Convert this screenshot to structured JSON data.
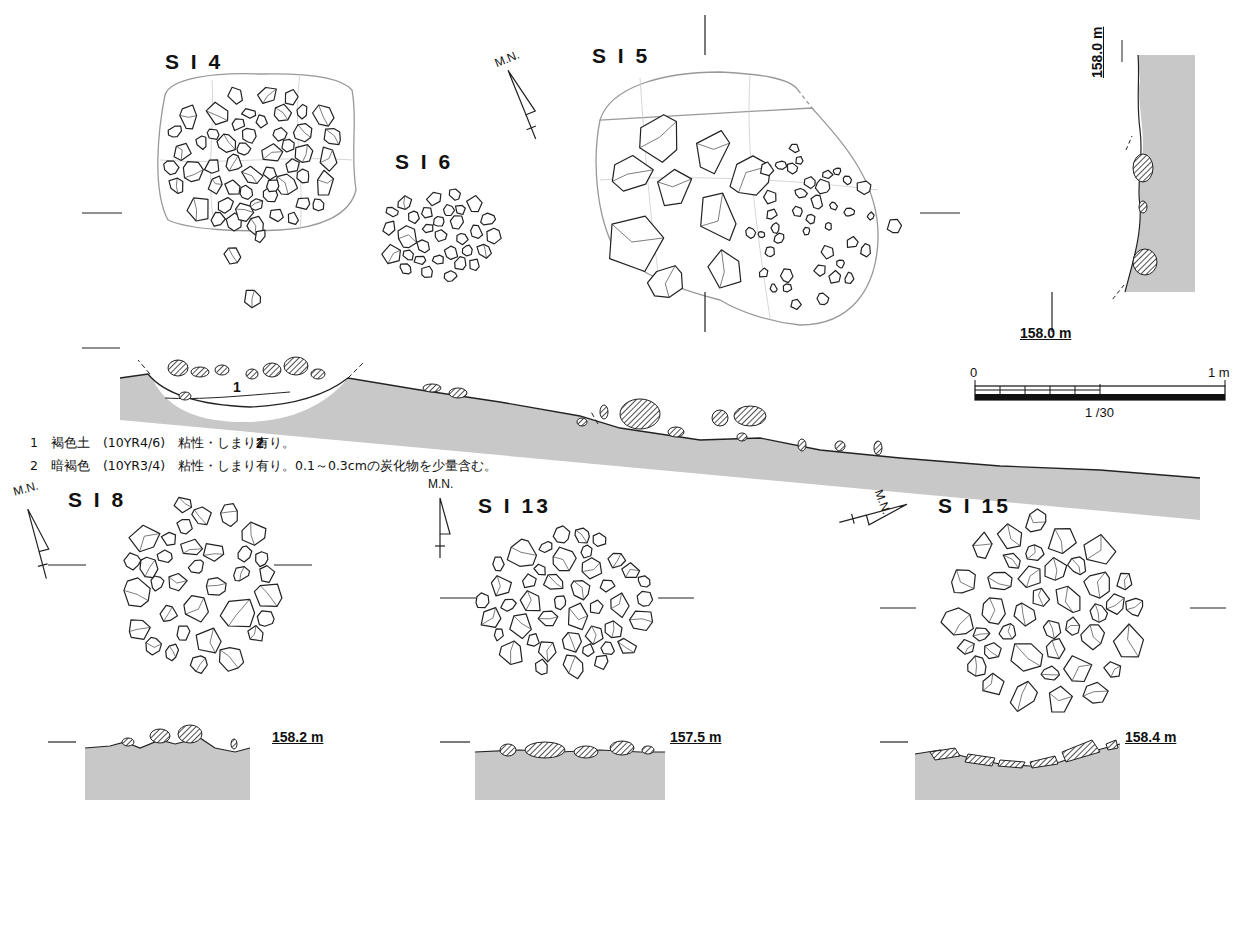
{
  "diagram": {
    "labels": [
      "S I 4",
      "S I 6",
      "M.N.",
      "S I 5",
      "158.0 m",
      "158.0 m",
      "1",
      "2",
      "0",
      "1 m",
      "1 /30",
      "1　褐色土　(10YR4/6)　粘性・しまり有り。",
      "2　暗褐色　(10YR3/4)　粘性・しまり有り。0.1～0.3cmの炭化物を少量含む。",
      "M.N.",
      "S I 8",
      "M.N.",
      "S I 13",
      "M.N.",
      "S I 15",
      "158.2 m",
      "157.5 m",
      "158.4 m"
    ]
  }
}
